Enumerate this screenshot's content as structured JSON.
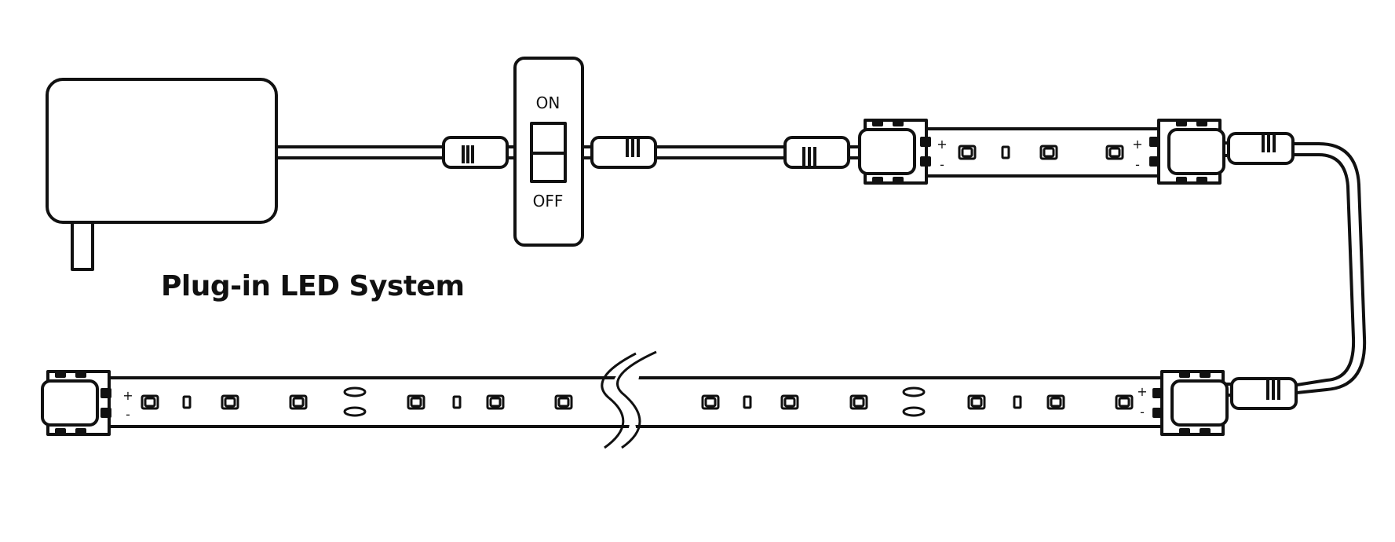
{
  "diagram": {
    "title": "Plug-in LED System",
    "switch": {
      "on_label": "ON",
      "off_label": "OFF"
    },
    "polarity": {
      "plus": "+",
      "minus": "-"
    },
    "colors": {
      "stroke": "#111111",
      "fill": "#ffffff"
    }
  }
}
